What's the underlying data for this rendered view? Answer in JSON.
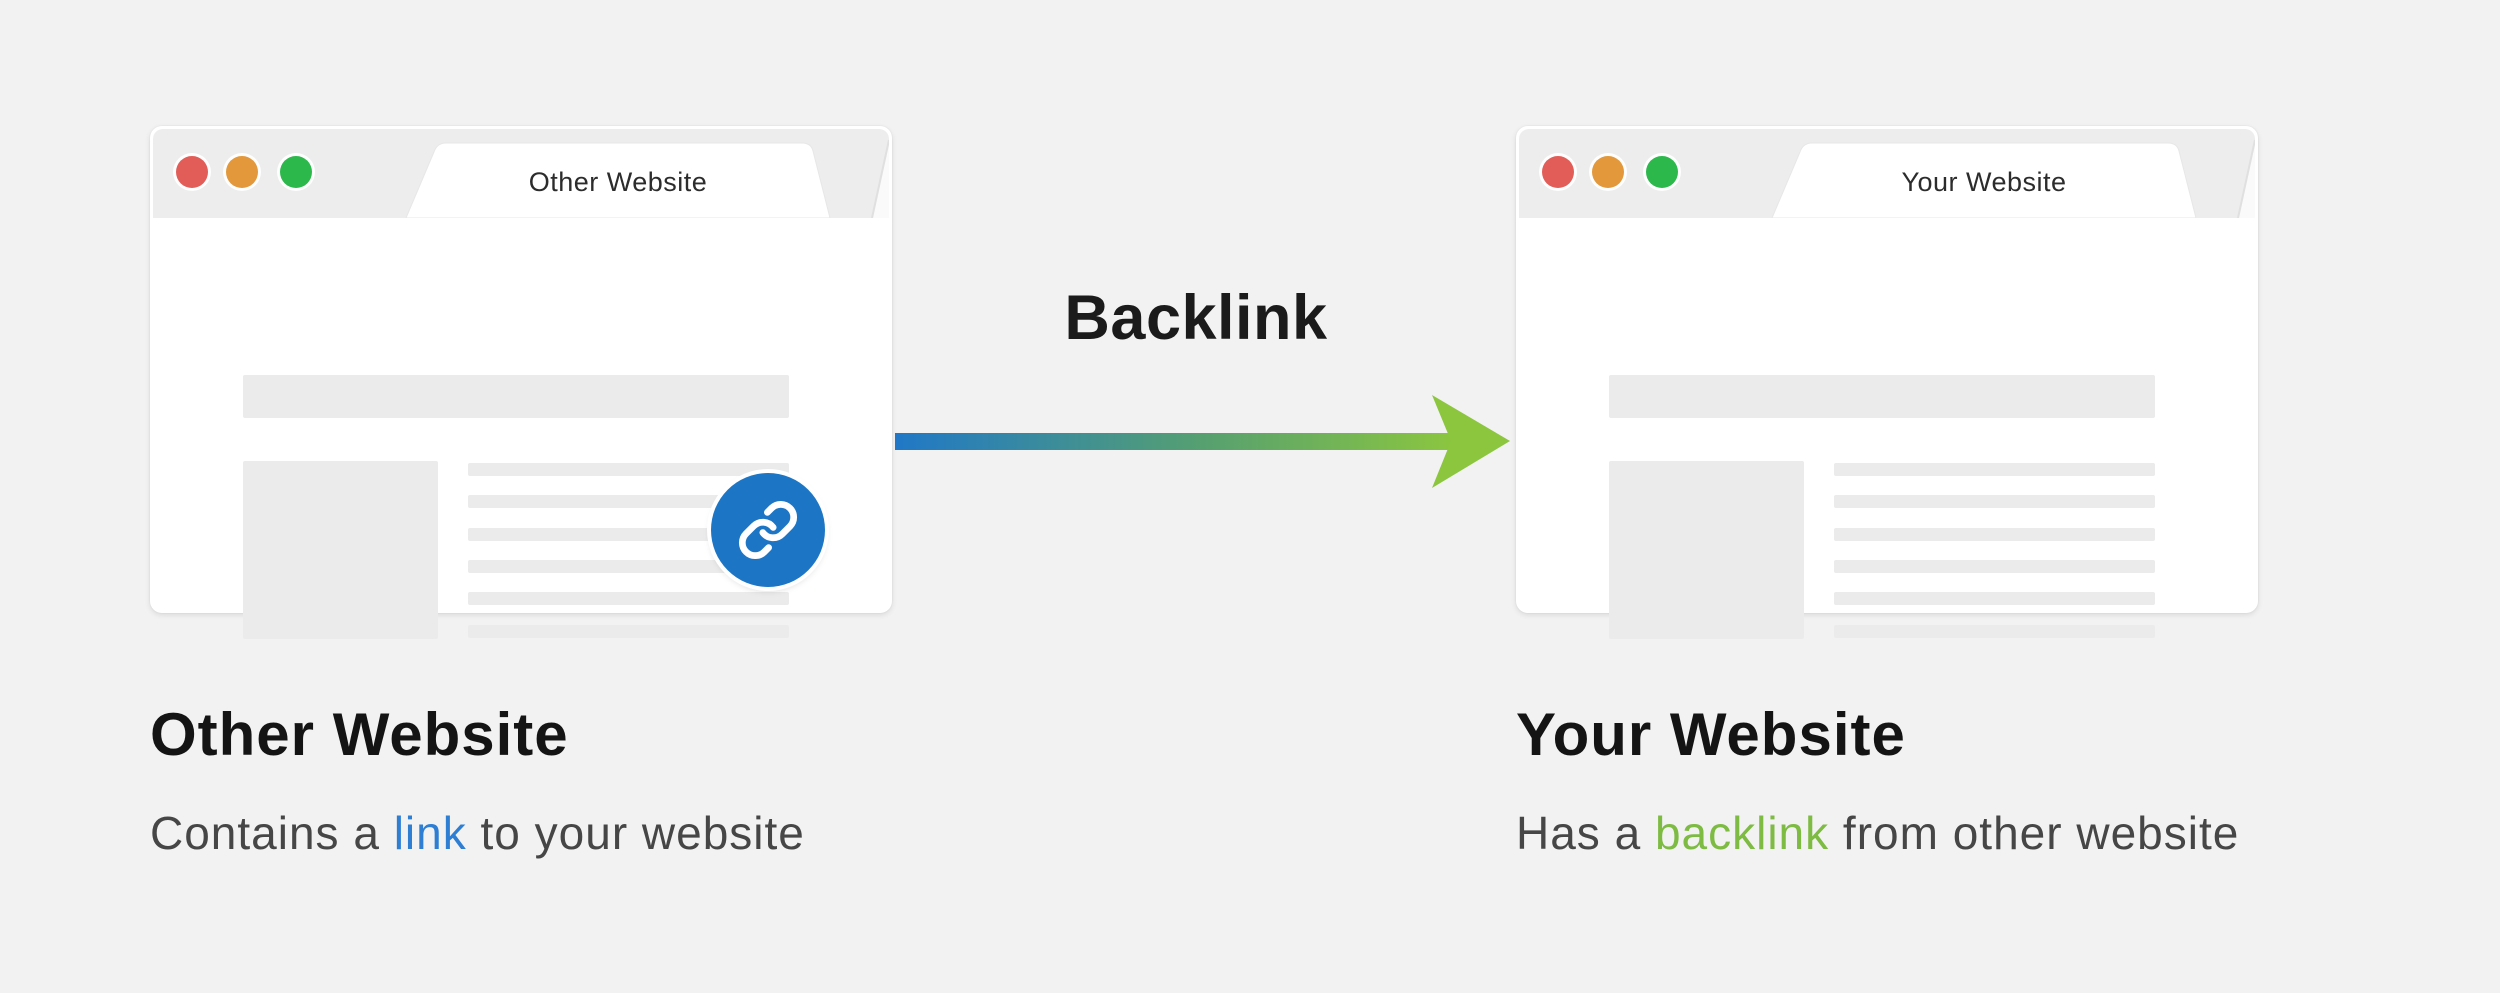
{
  "windows": [
    {
      "tab_label": "Other Website"
    },
    {
      "tab_label": "Your Website"
    }
  ],
  "arrow": {
    "label": "Backlink",
    "start_color": "#2078c7",
    "end_color": "#8cc63f"
  },
  "captions": [
    {
      "heading": "Other Website",
      "prefix": "Contains a ",
      "highlight": "link",
      "suffix": " to your website",
      "highlight_color": "#2e7ed4"
    },
    {
      "heading": "Your Website",
      "prefix": "Has a ",
      "highlight": "backlink",
      "suffix": " from other website",
      "highlight_color": "#7dbb42"
    }
  ],
  "colors": {
    "background": "#f2f2f2",
    "window_header": "#ededed",
    "placeholder": "#ebebeb",
    "traffic_red": "#e25d57",
    "traffic_orange": "#e2983b",
    "traffic_green": "#2db84c",
    "link_badge": "#1d76c5"
  },
  "icons": {
    "link_badge_icon": "link-icon",
    "traffic_lights": [
      "close-icon",
      "minimize-icon",
      "zoom-icon"
    ]
  }
}
